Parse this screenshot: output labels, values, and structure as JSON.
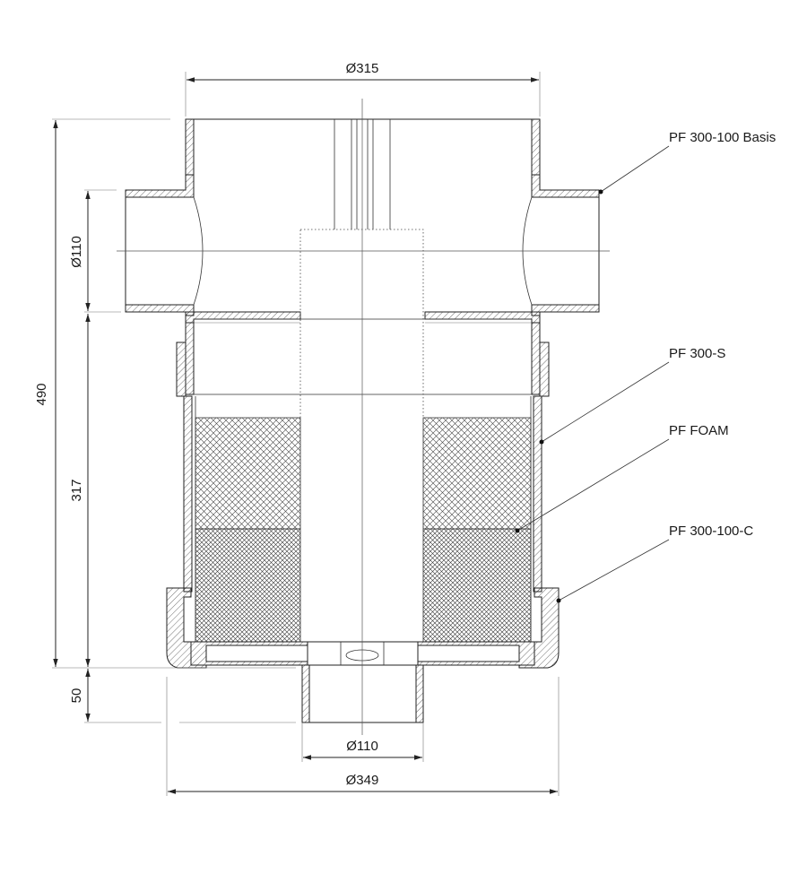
{
  "dimensions": {
    "top_diameter": "Ø315",
    "inlet_diameter": "Ø110",
    "total_height": "490",
    "body_height": "317",
    "outlet_height": "50",
    "outlet_diameter": "Ø110",
    "bottom_diameter": "Ø349"
  },
  "callouts": [
    {
      "label": "PF 300-100 Basis"
    },
    {
      "label": "PF 300-S"
    },
    {
      "label": "PF FOAM"
    },
    {
      "label": "PF 300-100-C"
    }
  ]
}
